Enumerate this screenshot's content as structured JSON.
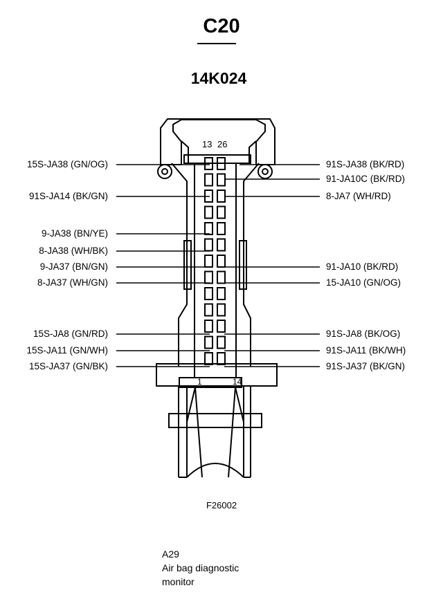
{
  "connector": {
    "id": "C20",
    "part_number": "14K024"
  },
  "pin_header": {
    "top_left": "13",
    "top_right": "26",
    "bottom_left": "1",
    "bottom_right": "14"
  },
  "left_labels": [
    "15S-JA38 (GN/OG)",
    "91S-JA14 (BK/GN)",
    "9-JA38 (BN/YE)",
    "8-JA38 (WH/BK)",
    "9-JA37 (BN/GN)",
    "8-JA37 (WH/GN)",
    "15S-JA8 (GN/RD)",
    "15S-JA11 (GN/WH)",
    "15S-JA37 (GN/BK)"
  ],
  "right_labels": [
    "91S-JA38 (BK/RD)",
    "91-JA10C (BK/RD)",
    "8-JA7 (WH/RD)",
    "91-JA10 (BK/RD)",
    "15-JA10 (GN/OG)",
    "91S-JA8 (BK/OG)",
    "91S-JA11 (BK/WH)",
    "91S-JA37 (BK/GN)"
  ],
  "figure_code": "F26002",
  "component": {
    "code": "A29",
    "name_line1": "Air bag diagnostic",
    "name_line2": "monitor"
  }
}
